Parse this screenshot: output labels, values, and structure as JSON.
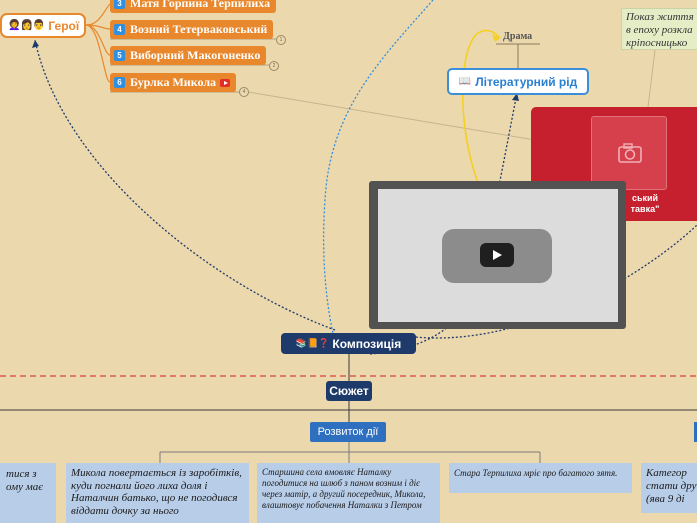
{
  "heroes": {
    "label": "Герої",
    "icon_emojis": "👩‍🦱👩👨"
  },
  "characters": [
    {
      "num": "3",
      "name": "Матя Горпина Терпилиха"
    },
    {
      "num": "4",
      "name": "Возний Тетерваковський",
      "badge": "1"
    },
    {
      "num": "5",
      "name": "Виборний Макогоненко",
      "badge": "2"
    },
    {
      "num": "6",
      "name": "Бурлка Микола",
      "badge": "4",
      "video": true
    }
  ],
  "drama": "Драма",
  "literary_genre": {
    "icon": "📖",
    "label": "Літературний рід"
  },
  "note": {
    "lines": [
      "Показ життя",
      "в епоху розкла",
      "кріпосницько"
    ]
  },
  "red_card": {
    "lines": [
      "ський",
      "тавка\""
    ],
    "icon": "camera-icon"
  },
  "video": {
    "icon": "youtube-play-icon"
  },
  "composition": {
    "emojis": "📚📙❓",
    "label": "Композиція"
  },
  "plot": "Сюжет",
  "development": "Розвиток дії",
  "cards": [
    {
      "text": "тися з ому має"
    },
    {
      "text": "Микола повертається із заробітків, куди погнали його лиха доля і Наталчин батько, що не погодився віддати дочку за нього"
    },
    {
      "text": "Старшина села вмовляє Наталку погодитися на шлюб з паном возним і діє через матір, а другий посередник, Микола, влаштовує побачення Наталки з Петром"
    },
    {
      "text": "Стара Терпилиха мріє про багатого зятя."
    },
    {
      "lines": [
        "Категор",
        "стати дру",
        "(ява 9 ді"
      ]
    }
  ],
  "colors": {
    "background": "#ecd8ad",
    "accent_orange": "#e8872c",
    "navy": "#1e3a6a",
    "card_blue": "#b8cde8",
    "red": "#c61f2d"
  }
}
